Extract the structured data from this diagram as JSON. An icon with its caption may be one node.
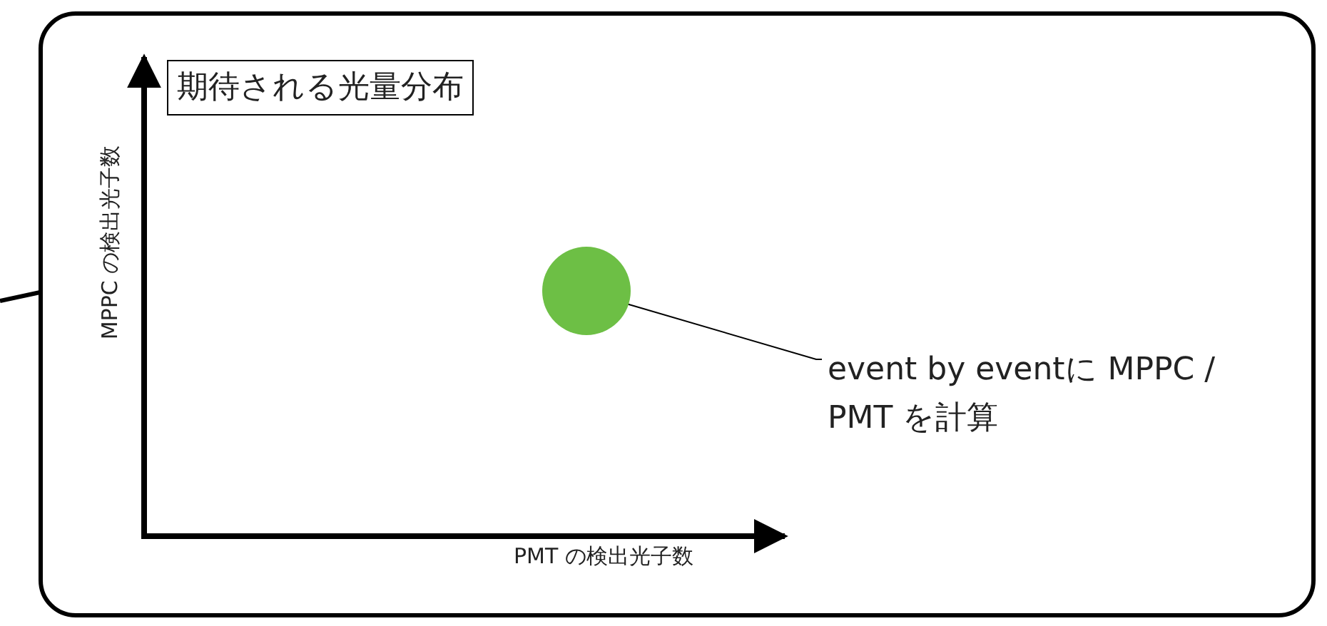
{
  "diagram": {
    "nodes": [
      {
        "text": [],
        "shape": "box"
      },
      {
        "text": [
          "期待される光量分布"
        ],
        "in": 0
      },
      {
        "text": [],
        "shape": "circle",
        "in": 0
      },
      {
        "text": [
          "event by eventに MPPC / PMT を計算"
        ],
        "in": 0
      }
    ],
    "edges": [
      {
        "from": 0,
        "to": null,
        "arrow": "none",
        "style": "thick"
      },
      {
        "from": 3,
        "to": 2,
        "arrow": "none"
      }
    ],
    "labels": [
      "MPPC の検出光子数",
      "PMT の検出光子数"
    ]
  }
}
